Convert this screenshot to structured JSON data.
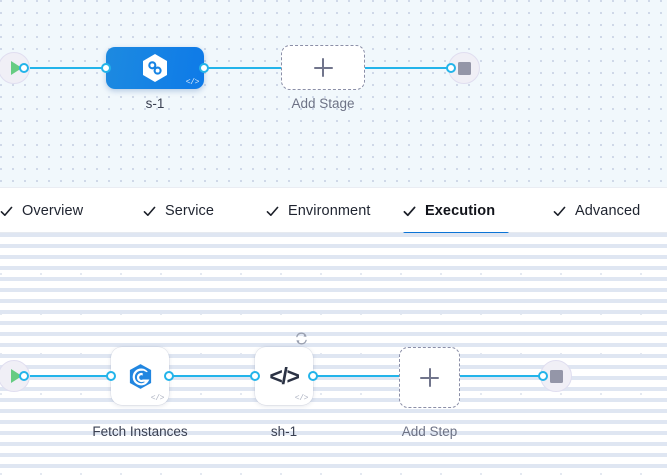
{
  "stage_canvas": {
    "name": "stage-pipeline-canvas",
    "start_node": {
      "icon": "play-icon",
      "label": ""
    },
    "end_node": {
      "icon": "stop-icon",
      "label": ""
    },
    "nodes": [
      {
        "id": "stage-s-1",
        "label": "s-1",
        "icon": "hexagon-infinity-icon",
        "badge": "code-badge",
        "type": "stage"
      },
      {
        "id": "add-stage",
        "label": "Add Stage",
        "icon": "plus-icon",
        "type": "add-placeholder"
      }
    ]
  },
  "tabs": {
    "name": "stage-config-tabs",
    "items": [
      {
        "label": "Overview",
        "icon": "check-icon",
        "active": false
      },
      {
        "label": "Service",
        "icon": "check-icon",
        "active": false
      },
      {
        "label": "Environment",
        "icon": "check-icon",
        "active": false
      },
      {
        "label": "Execution",
        "icon": "check-icon",
        "active": true
      },
      {
        "label": "Advanced",
        "icon": "check-icon",
        "active": false
      }
    ]
  },
  "step_canvas": {
    "name": "execution-steps-canvas",
    "start_node": {
      "icon": "play-icon",
      "label": ""
    },
    "end_node": {
      "icon": "stop-icon",
      "label": ""
    },
    "nodes": [
      {
        "id": "step-fetch-instances",
        "label": "Fetch Instances",
        "icon": "azure-hexagon-icon",
        "badge": "code-badge",
        "type": "step"
      },
      {
        "id": "step-sh-1",
        "label": "sh-1",
        "icon": "shell-script-icon",
        "badge": "code-badge",
        "loop_badge": "loop-icon",
        "type": "step"
      },
      {
        "id": "add-step",
        "label": "Add Step",
        "icon": "plus-icon",
        "type": "add-placeholder"
      }
    ]
  },
  "colors": {
    "edge": "#23b4ea",
    "accent": "#0b74d6",
    "stage_node": "#1683e4",
    "start_play": "#66cc82",
    "end_stop": "#9496a8",
    "canvas_top_bg": "#f1f8fc",
    "canvas_bottom_bg": "#ffffff"
  }
}
